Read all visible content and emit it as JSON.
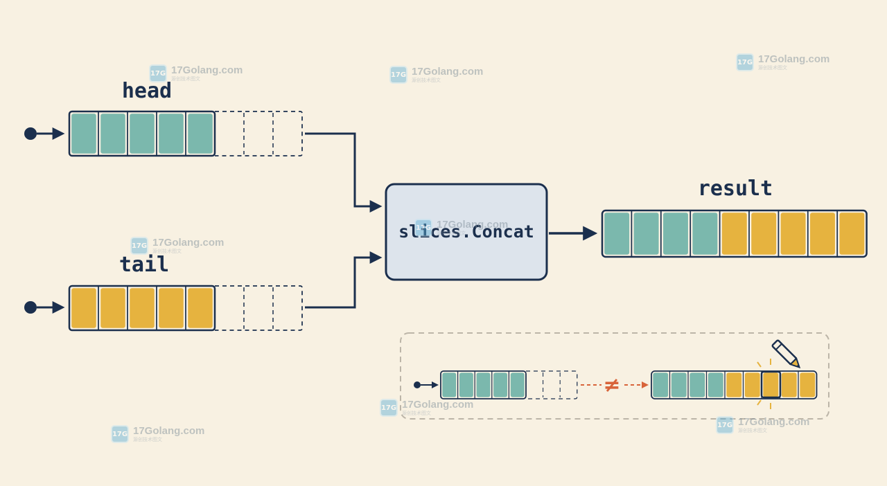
{
  "labels": {
    "head": "head",
    "tail": "tail",
    "result": "result",
    "function": "slices.Concat"
  },
  "slices": {
    "head": {
      "filled": 5,
      "capacity": 8,
      "color": "teal"
    },
    "tail": {
      "filled": 5,
      "capacity": 8,
      "color": "yellow"
    },
    "result": {
      "teal": 4,
      "yellow": 5
    },
    "inset_source": {
      "filled": 5,
      "capacity": 8
    },
    "inset_result": {
      "teal": 4,
      "yellow": 5
    }
  },
  "inset": {
    "relation_symbol": "≠"
  },
  "watermark": {
    "text": "17Golang.com",
    "sub": "源创技术图文",
    "icon_label": "17G"
  },
  "colors": {
    "background": "#f8f1e2",
    "outline": "#1b2f4d",
    "teal": "#7bb8ad",
    "yellow": "#e6b33f",
    "box_fill": "#dde4ec",
    "not_equal": "#d8643a",
    "dashed_frame": "#bcb5a8"
  }
}
